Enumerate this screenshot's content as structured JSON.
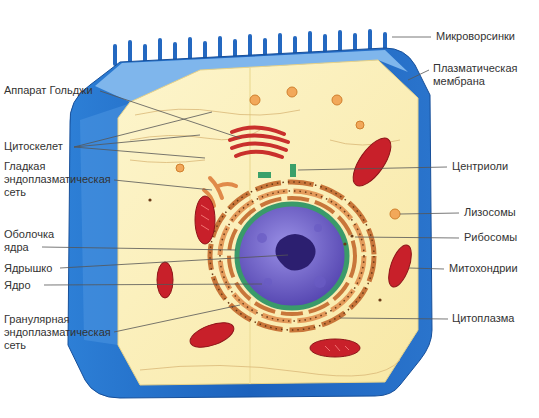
{
  "diagram": {
    "labels": [
      "Аппарат Гольджи",
      "Цитоскелет",
      "Гладкая эндоплазматическая сеть",
      "Оболочка ядра",
      "Ядрышко",
      "Ядро",
      "Гранулярная эндоплазматическая сеть",
      "Микроворсинки",
      "Плазматическая мембрана",
      "Центриоли",
      "Лизосомы",
      "Рибосомы",
      "Митохондрии",
      "Цитоплазма"
    ]
  }
}
